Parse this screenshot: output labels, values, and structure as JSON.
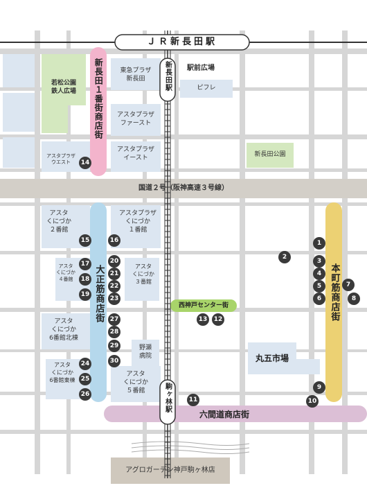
{
  "colors": {
    "road": "#d6d6d6",
    "block": "#dce6f1",
    "park": "#d4e8bf",
    "asphalt": "#d3cfc8",
    "pink": "#f3b4cc",
    "blue": "#b5d8ec",
    "yellow": "#ecd173",
    "mauve": "#dcbfd6",
    "green": "#a8d46a",
    "agro": "#cfc8bd",
    "pin": "#3a3a3a"
  },
  "station_top": "ＪＲ新長田駅",
  "station_shin": "新長田駅",
  "station_koma": "駒ヶ林駅",
  "station_plaza": "駅前広場",
  "route2": "国道２号（阪神高速３号線）",
  "streets": {
    "shin1": "新長田１番街商店街",
    "taisho": "大正筋商店街",
    "honmachi": "本町筋商店街",
    "rokken": "六間道商店街",
    "nishikobe": "西神戸センター街"
  },
  "places": {
    "wakamatsu": [
      "若松公園",
      "鉄人広場"
    ],
    "tokyu": [
      "東急プラザ",
      "新長田"
    ],
    "pifure": "ピフレ",
    "first": [
      "アスタプラザ",
      "ファースト"
    ],
    "east": [
      "アスタプラザ",
      "イースト"
    ],
    "west": [
      "アスタプラザ",
      "ウエスト"
    ],
    "park": "新長田公園",
    "k2": [
      "アスタ",
      "くにづか",
      "２番館"
    ],
    "k1": [
      "アスタプラザ",
      "くにづか",
      "１番館"
    ],
    "k4": [
      "アスタ",
      "くにづか",
      "４番館"
    ],
    "k3": [
      "アスタ",
      "くにづか",
      "３番館"
    ],
    "k6n": [
      "アスタ",
      "くにづか",
      "6番館北棟"
    ],
    "hospital": [
      "野瀬",
      "病院"
    ],
    "k6e": [
      "アスタ",
      "くにづか",
      "6番館東棟"
    ],
    "k5": [
      "アスタ",
      "くにづか",
      "５番館"
    ],
    "marugo": "丸五市場",
    "agro": "アグロガーデン神戸駒ヶ林店"
  },
  "pins": [
    "1",
    "2",
    "3",
    "4",
    "5",
    "6",
    "7",
    "8",
    "9",
    "10",
    "11",
    "12",
    "13",
    "14",
    "15",
    "16",
    "17",
    "18",
    "19",
    "20",
    "21",
    "22",
    "23",
    "24",
    "25",
    "26",
    "27",
    "28",
    "29",
    "30"
  ]
}
